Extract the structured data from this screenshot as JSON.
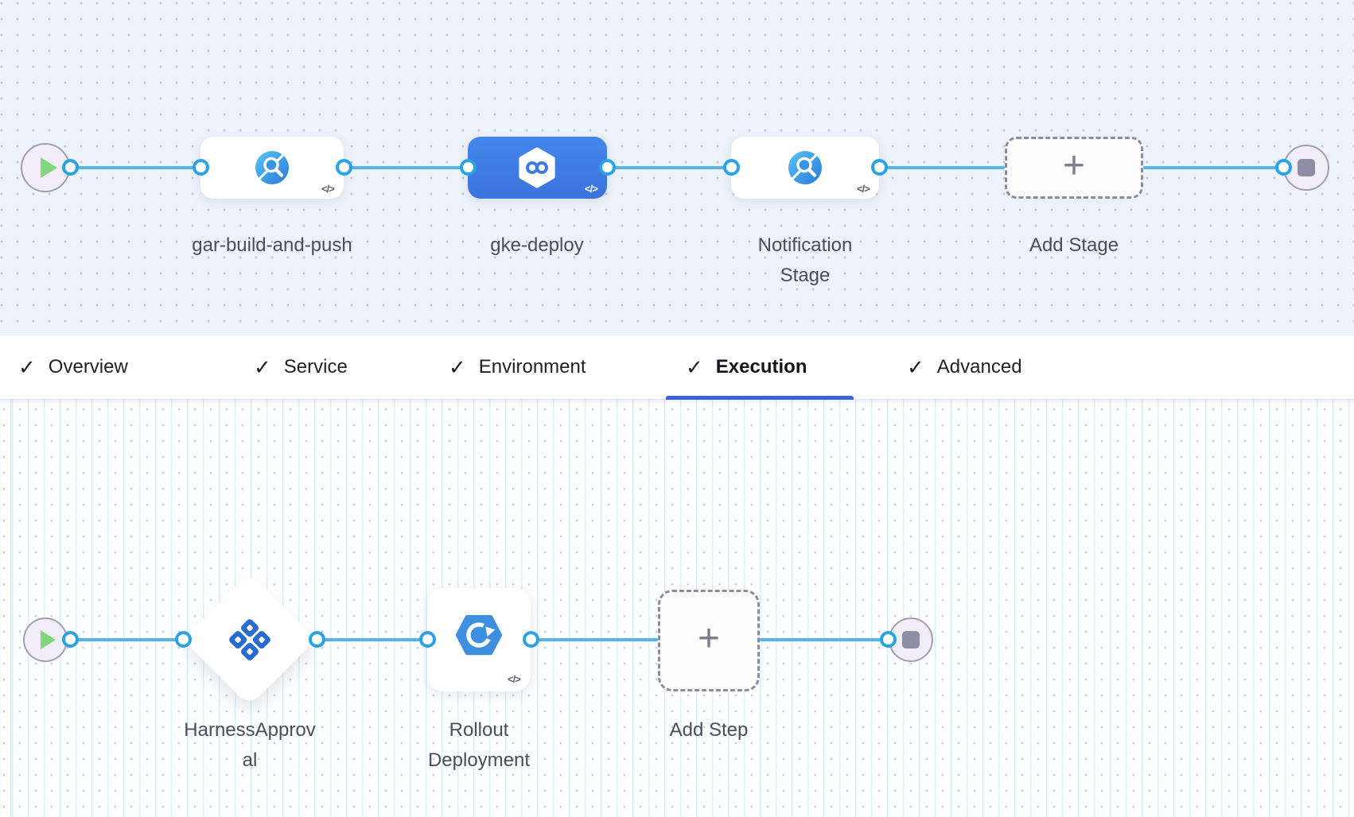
{
  "icons": {
    "check": "✓",
    "plus": "+",
    "code_tag": "</>"
  },
  "pipeline_stages": {
    "stages": [
      {
        "name": "gar-build-and-push",
        "icon": "ci-build-icon",
        "selected": false
      },
      {
        "name": "gke-deploy",
        "icon": "cd-hexagon-infinity-icon",
        "selected": true
      },
      {
        "name": "Notification Stage",
        "icon": "ci-build-icon",
        "selected": false
      }
    ],
    "add_stage": {
      "label": "Add Stage"
    }
  },
  "tabs": {
    "items": [
      {
        "label": "Overview",
        "checked": true,
        "active": false
      },
      {
        "label": "Service",
        "checked": true,
        "active": false
      },
      {
        "label": "Environment",
        "checked": true,
        "active": false
      },
      {
        "label": "Execution",
        "checked": true,
        "active": true
      },
      {
        "label": "Advanced",
        "checked": true,
        "active": false
      }
    ]
  },
  "execution_steps": {
    "steps": [
      {
        "name": "HarnessApproval",
        "icon": "approval-diamond-icon"
      },
      {
        "name": "Rollout Deployment",
        "icon": "k8s-rollout-icon"
      }
    ],
    "add_step": {
      "label": "Add Step"
    }
  },
  "colors": {
    "edge": "#55b5eb",
    "port_border": "#2aa3e6",
    "selected_stage": "#3e7de4",
    "tab_underline": "#3566d6",
    "play": "#7ed77b",
    "stop": "#8f8ca6",
    "canvas_top_bg": "#edf3fa",
    "canvas_bottom_bg": "#fdfeff"
  }
}
